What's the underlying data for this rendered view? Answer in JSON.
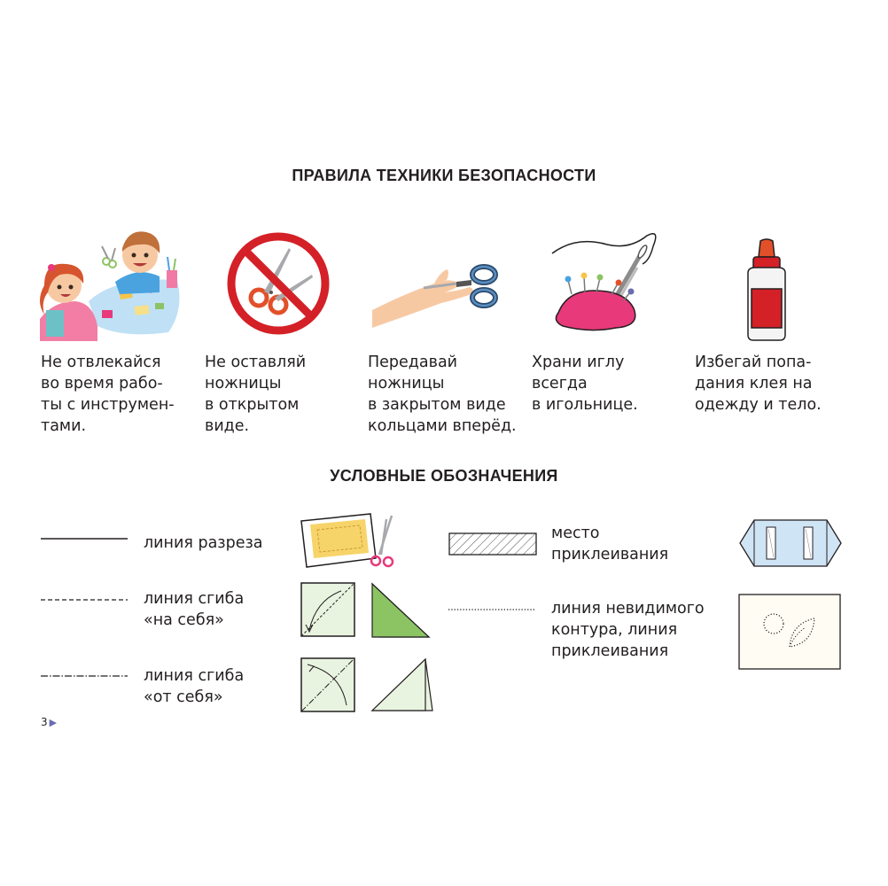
{
  "safety": {
    "title": "ПРАВИЛА ТЕХНИКИ БЕЗОПАСНОСТИ",
    "rules": [
      {
        "lines": [
          "Не отвлекайся",
          "во время рабо-",
          "ты с инструмен-",
          "тами."
        ],
        "icon": "children-crafting-icon"
      },
      {
        "lines": [
          "Не оставляй",
          "ножницы",
          "в открытом",
          "виде."
        ],
        "icon": "no-open-scissors-icon"
      },
      {
        "lines": [
          "Передавай",
          "ножницы",
          "в закрытом виде",
          "кольцами вперёд."
        ],
        "icon": "hand-passing-scissors-icon"
      },
      {
        "lines": [
          "Храни иглу",
          "всегда",
          "в игольнице."
        ],
        "icon": "needle-pincushion-icon"
      },
      {
        "lines": [
          "Избегай попа-",
          "дания клея на",
          "одежду и тело."
        ],
        "icon": "glue-bottle-icon"
      }
    ]
  },
  "legend": {
    "title": "УСЛОВНЫЕ ОБОЗНАЧЕНИЯ",
    "items": [
      {
        "lines": [
          "линия разреза"
        ],
        "symbol": "solid-line"
      },
      {
        "lines": [
          "линия сгиба",
          "«на себя»"
        ],
        "symbol": "dashed-line"
      },
      {
        "lines": [
          "линия сгиба",
          "«от себя»"
        ],
        "symbol": "dash-dot-line"
      },
      {
        "lines": [
          "место",
          "приклеивания"
        ],
        "symbol": "hatched-rectangle"
      },
      {
        "lines": [
          "линия невидимого",
          "контура, линия",
          "приклеивания"
        ],
        "symbol": "dotted-line"
      }
    ]
  },
  "page": {
    "number": "3",
    "arrow": "▶"
  },
  "colors": {
    "red": "#d42027",
    "pink": "#e8397a",
    "green": "#8cc464",
    "light_green": "#e9f4e0",
    "blue": "#cfe4f5",
    "yellow": "#f7d46a"
  }
}
